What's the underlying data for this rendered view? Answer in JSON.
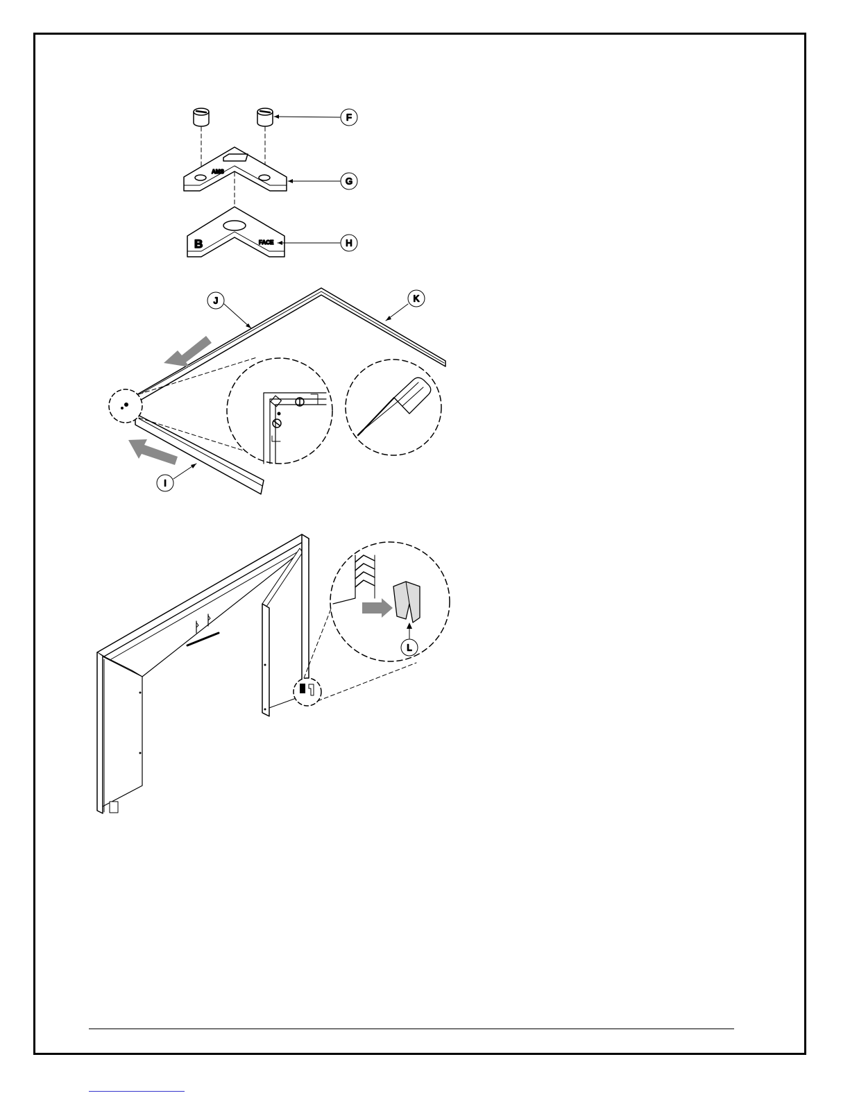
{
  "diagram": {
    "callouts": {
      "F": "F",
      "G": "G",
      "H": "H",
      "I": "I",
      "J": "J",
      "K": "K",
      "L": "L"
    },
    "part_markings": {
      "bracket_top": "AMS",
      "bracket_bottom_letter": "B",
      "bracket_bottom_face": "FACE"
    }
  },
  "colors": {
    "line": "#000000",
    "arrow_fill": "#8a8a8a",
    "link": "#3333cc"
  }
}
